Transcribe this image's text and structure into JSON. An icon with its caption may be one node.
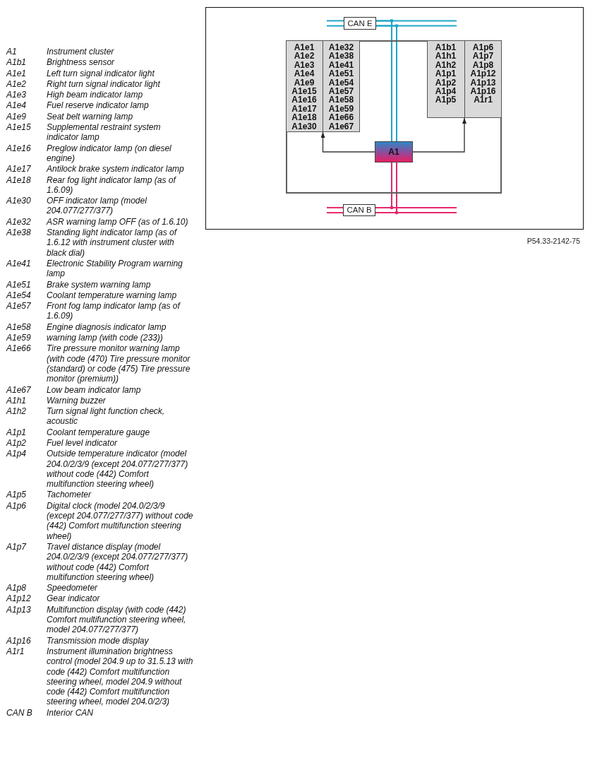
{
  "diagram": {
    "nodes": [
      {
        "text": [
          "CAN E"
        ]
      },
      {
        "text": [],
        "shape": "box"
      },
      {
        "text": [
          "A1e1 A1e2 A1e3 A1e4 A1e9 A1e15 A1e16 A1e17 A1e18 A1e30",
          "A1e32 A1e38 A1e41 A1e51 A1e54 A1e57 A1e58 A1e59 A1e66 A1e67"
        ],
        "in": 1
      },
      {
        "text": [
          "A1b1 A1h1 A1h2 A1p1 A1p2 A1p4 A1p5",
          "A1p6 A1p7 A1p8 A1p12 A1p13 A1p16 A1r1"
        ],
        "in": 1
      },
      {
        "text": [
          "A1"
        ],
        "in": 1
      },
      {
        "text": [
          "CAN B"
        ]
      }
    ],
    "edges": [
      {
        "from": 4,
        "to": 2,
        "arrow": "to"
      },
      {
        "from": 4,
        "to": 3,
        "arrow": "to"
      },
      {
        "from": 4,
        "to": 0,
        "arrow": "none",
        "color": "#1fa6c8"
      },
      {
        "from": 4,
        "to": 0,
        "arrow": "none",
        "color": "#1fa6c8"
      },
      {
        "from": 4,
        "to": 5,
        "arrow": "none",
        "color": "#e4286e"
      },
      {
        "from": 4,
        "to": 5,
        "arrow": "none",
        "color": "#e4286e"
      }
    ],
    "labels": [
      "A1",
      "Instrument cluster",
      "A1b1",
      "Brightness sensor",
      "A1e1",
      "Left turn signal indicator light",
      "A1e2",
      "Right turn signal indicator light",
      "A1e3",
      "High beam indicator lamp",
      "A1e4",
      "Fuel reserve indicator lamp",
      "A1e9",
      "Seat belt warning lamp",
      "A1e15",
      "Supplemental restraint system indicator lamp",
      "A1e16",
      "Preglow indicator lamp (on diesel engine)",
      "A1e17",
      "Antilock brake system indicator lamp",
      "A1e18",
      "Rear fog light indicator lamp (as of 1.6.09)",
      "A1e30",
      "OFF indicator lamp (model 204.077/277/377)",
      "A1e32",
      "ASR warning lamp OFF (as of 1.6.10)",
      "A1e38",
      "Standing light indicator lamp (as of 1.6.12 with instrument cluster with black dial)",
      "A1e41",
      "Electronic Stability Program warning lamp",
      "A1e51",
      "Brake system warning lamp",
      "A1e54",
      "Coolant temperature warning lamp",
      "A1e57",
      "Front fog lamp indicator lamp (as of 1.6.09)",
      "A1e58",
      "Engine diagnosis indicator lamp",
      "A1e59",
      "warning lamp (with code (233))",
      "A1e66",
      "Tire pressure monitor warning lamp (with code (470) Tire pressure monitor (standard) or code (475) Tire pressure monitor (premium))",
      "A1e67",
      "Low beam indicator lamp",
      "A1h1",
      "Warning buzzer",
      "A1h2",
      "Turn signal light function check, acoustic",
      "A1p1",
      "Coolant temperature gauge",
      "A1p2",
      "Fuel level indicator",
      "A1p4",
      "Outside temperature indicator (model 204.0/2/3/9 (except 204.077/277/377) without code (442) Comfort multifunction steering wheel)",
      "A1p5",
      "Tachometer",
      "A1p6",
      "Digital clock (model 204.0/2/3/9 (except 204.077/277/377) without code (442) Comfort multifunction steering wheel)",
      "A1p7",
      "Travel distance display (model 204.0/2/3/9 (except 204.077/277/377) without code (442) Comfort multifunction steering wheel)",
      "A1p8",
      "Speedometer",
      "A1p12",
      "Gear indicator",
      "A1p13",
      "Multifunction display (with code (442) Comfort multifunction steering wheel, model 204.077/277/377)",
      "A1p16",
      "Transmission mode display",
      "A1r1",
      "Instrument illumination brightness control (model 204.9 up to 31.5.13 with code (442) Comfort multifunction steering wheel, model 204.9 without code (442) Comfort multifunction steering wheel, model 204.0/2/3)",
      "CAN B",
      "Interior CAN",
      "P54.33-2142-75"
    ]
  }
}
